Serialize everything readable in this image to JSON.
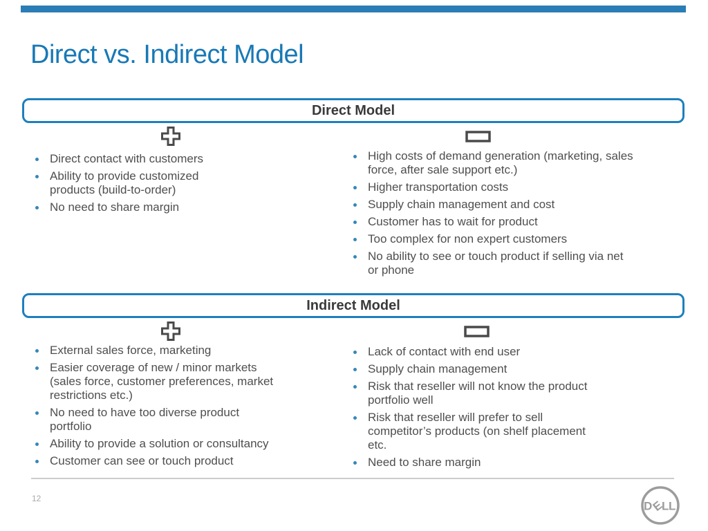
{
  "slide": {
    "title": "Direct vs. Indirect Model",
    "page_number": "12",
    "colors": {
      "accent_blue": "#1d7fbd",
      "title_blue": "#1879b6",
      "body_text": "#4e4e4e",
      "bullet_blue": "#3787b8",
      "icon_gray": "#4a4a4a",
      "logo_gray": "#9c9c9c"
    },
    "icons": {
      "pros": "plus-icon",
      "cons": "minus-icon",
      "logo": "dell-logo-icon"
    },
    "sections": [
      {
        "header": "Direct Model",
        "pros": [
          "Direct contact with customers",
          "Ability to provide customized products (build-to-order)",
          "No need to share margin"
        ],
        "cons": [
          "High costs of demand generation (marketing, sales force, after sale support etc.)",
          "Higher transportation costs",
          "Supply chain management and cost",
          "Customer has to wait for product",
          "Too complex for non expert customers",
          "No ability to see or touch product if selling via net or phone"
        ]
      },
      {
        "header": "Indirect Model",
        "pros": [
          "External sales force, marketing",
          "Easier coverage of new / minor markets (sales force, customer preferences, market restrictions etc.)",
          "No need to have too diverse product portfolio",
          "Ability to provide a solution or consultancy",
          "Customer can see or touch product"
        ],
        "cons": [
          "Lack of contact with end user",
          "Supply chain management",
          "Risk that reseller will not know the product portfolio well",
          "Risk that reseller will prefer to sell competitor’s products (on shelf placement etc.",
          "Need to share margin"
        ]
      }
    ],
    "logo_text": "DELL"
  }
}
